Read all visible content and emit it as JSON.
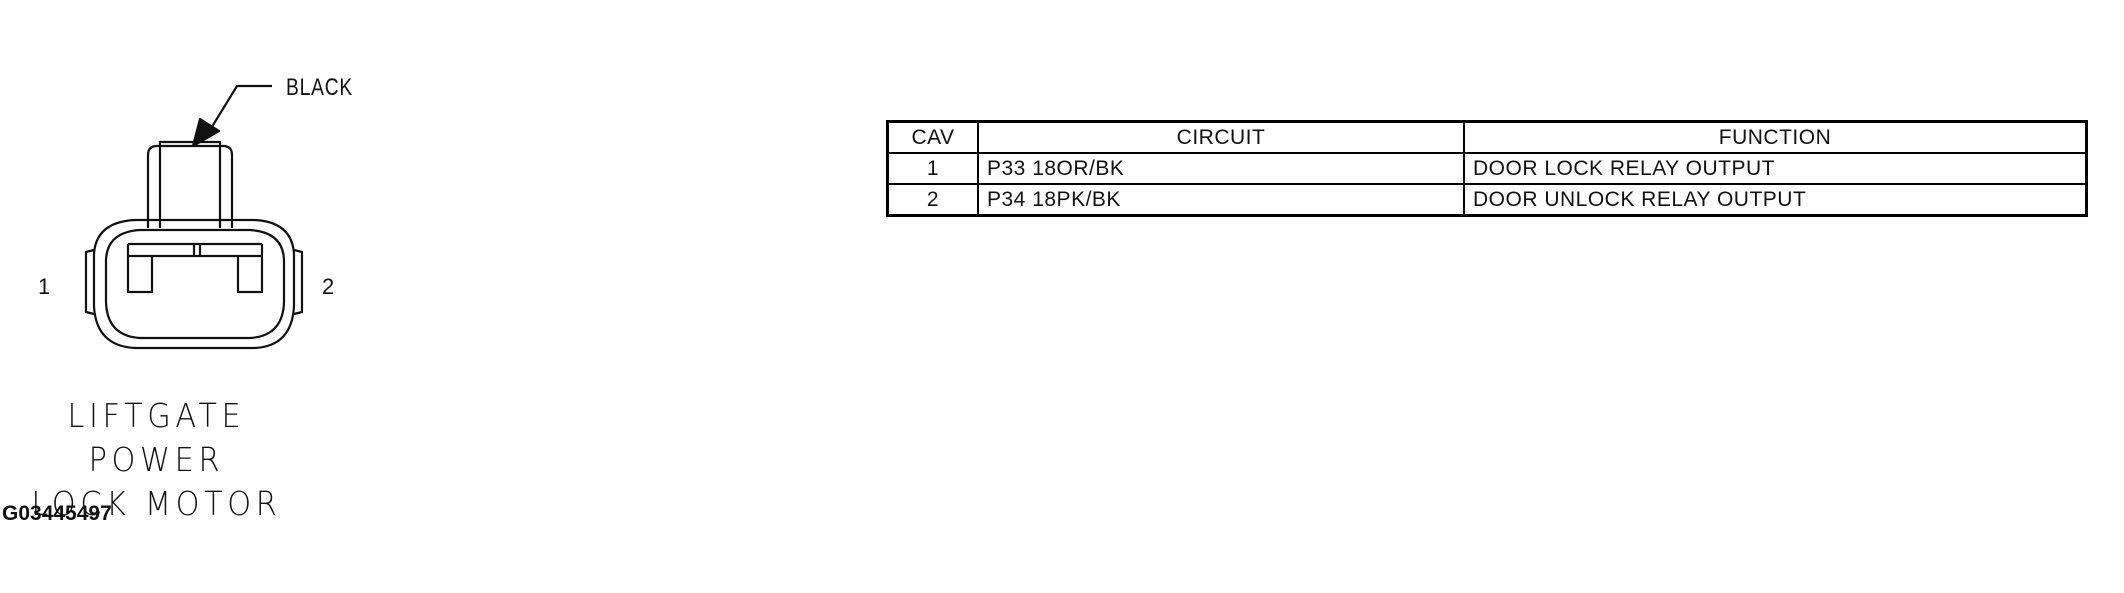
{
  "connector": {
    "color_label": "BLACK",
    "pins": [
      "1",
      "2"
    ],
    "name_lines": [
      "LIFTGATE POWER",
      "LOCK MOTOR"
    ]
  },
  "figure_id": "G03445497",
  "pin_table": {
    "headers": [
      "CAV",
      "CIRCUIT",
      "FUNCTION"
    ],
    "rows": [
      {
        "cav": "1",
        "circuit": "P33 18OR/BK",
        "function": "DOOR LOCK RELAY OUTPUT"
      },
      {
        "cav": "2",
        "circuit": "P34 18PK/BK",
        "function": "DOOR UNLOCK RELAY OUTPUT"
      }
    ]
  }
}
